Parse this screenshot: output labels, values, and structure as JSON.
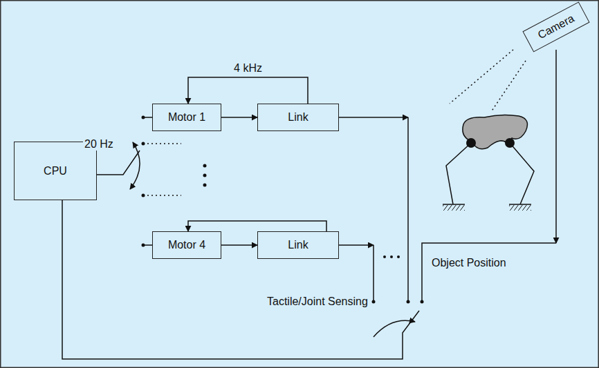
{
  "diagram": {
    "nodes": [
      {
        "text": [
          "CPU"
        ]
      },
      {
        "text": [
          "Motor 1"
        ]
      },
      {
        "text": [
          "Link"
        ]
      },
      {
        "text": [
          "Motor 4"
        ]
      },
      {
        "text": [
          "Link"
        ]
      },
      {
        "text": [
          "Camera"
        ]
      }
    ],
    "edges": [
      {
        "from": 1,
        "to": 2,
        "arrow": "to"
      },
      {
        "from": 2,
        "to": 1,
        "arrow": "to",
        "label": "4 kHz"
      },
      {
        "from": 3,
        "to": 4,
        "arrow": "to"
      },
      {
        "from": 4,
        "to": 3,
        "arrow": "to"
      }
    ],
    "labels": [
      "20 Hz",
      "Tactile/Joint Sensing",
      "Object Position"
    ]
  }
}
